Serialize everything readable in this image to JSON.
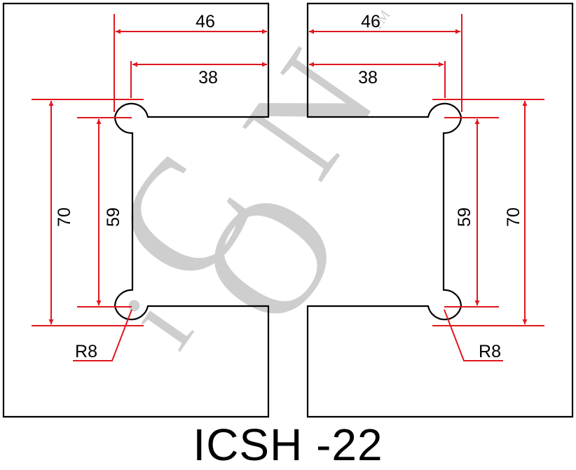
{
  "diagram": {
    "model_code": "ICSH -22",
    "watermark": {
      "letters": [
        "i",
        "C",
        "O",
        "N"
      ],
      "trademark": "TM",
      "color": "#c9c9c9"
    },
    "colors": {
      "outline": "#000000",
      "dimension": "#e0161d",
      "text": "#000000"
    },
    "left_plate": {
      "dim_width_outer": "46",
      "dim_width_inner": "38",
      "dim_height_outer": "70",
      "dim_height_inner": "59",
      "radius_label": "R8"
    },
    "right_plate": {
      "dim_width_outer": "46",
      "dim_width_inner": "38",
      "dim_height_outer": "70",
      "dim_height_inner": "59",
      "radius_label": "R8"
    }
  }
}
